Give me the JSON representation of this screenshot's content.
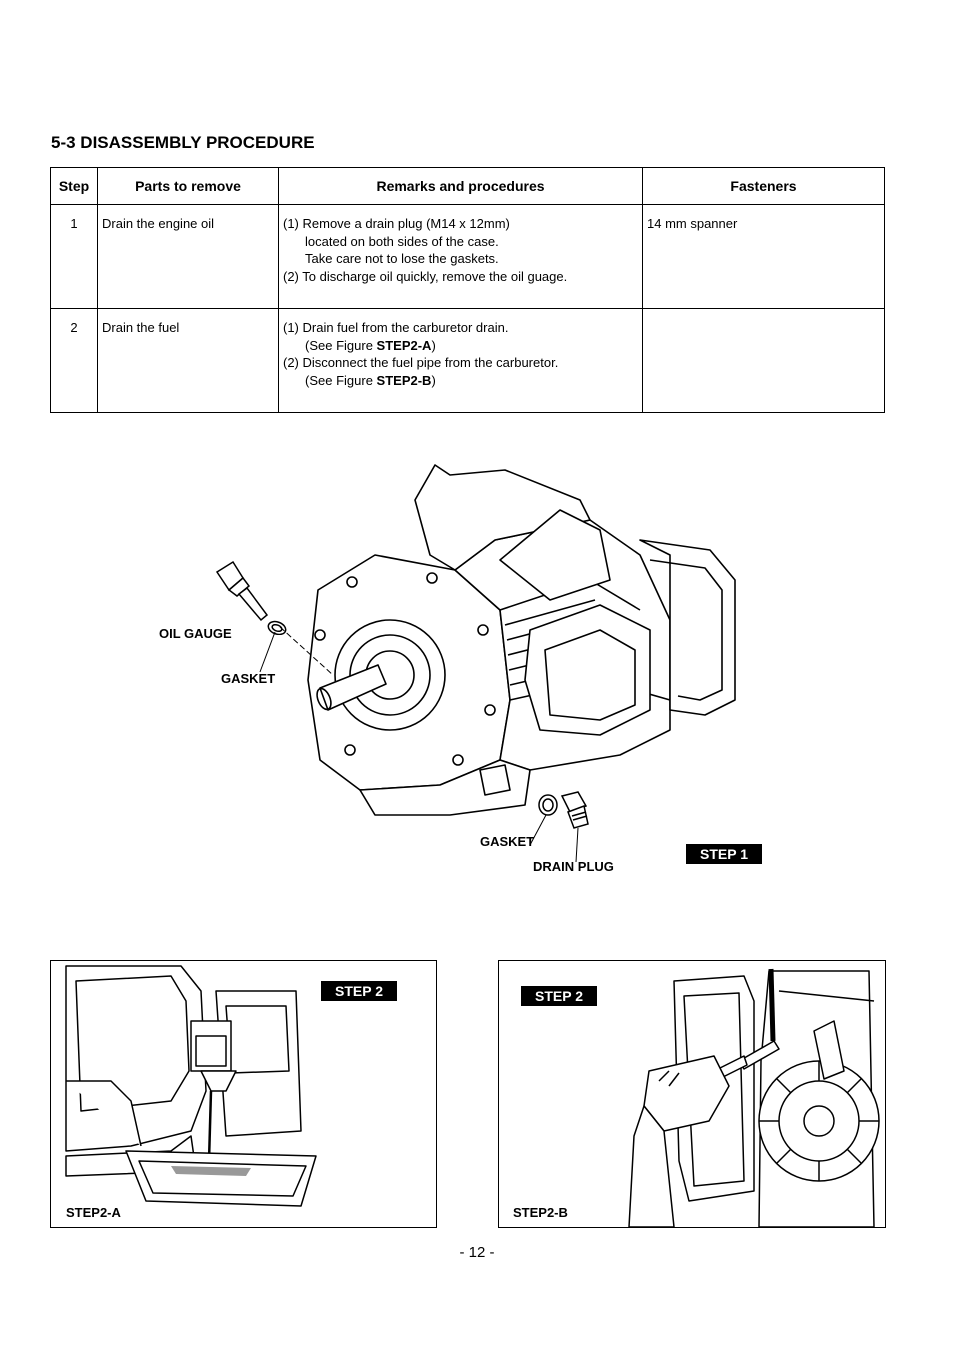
{
  "section_title": "5-3 DISASSEMBLY PROCEDURE",
  "table": {
    "headers": [
      "Step",
      "Parts to remove",
      "Remarks and procedures",
      "Fasteners"
    ],
    "rows": [
      {
        "step": "1",
        "part": "Drain the engine oil",
        "remarks": [
          {
            "text": "(1) Remove a drain plug (M14 x 12mm)",
            "indent": false
          },
          {
            "text": "located on both sides of the case.",
            "indent": true
          },
          {
            "text": "Take care not to lose the gaskets.",
            "indent": true
          },
          {
            "text": "(2) To discharge oil quickly, remove the oil guage.",
            "indent": false
          }
        ],
        "fasteners": "14 mm spanner"
      },
      {
        "step": "2",
        "part": "Drain the fuel",
        "remarks_b": {
          "l1": "(1) Drain fuel from the carburetor drain.",
          "l2_pre": "(See Figure ",
          "l2_bold": "STEP2-A",
          "l2_post": ")",
          "l3": "(2) Disconnect the fuel pipe from the carburetor.",
          "l4_pre": "(See Figure ",
          "l4_bold": "STEP2-B",
          "l4_post": ")"
        },
        "fasteners": ""
      }
    ]
  },
  "figure1": {
    "labels": {
      "oil_gauge": "OIL GAUGE",
      "gasket_top": "GASKET",
      "gasket_bottom": "GASKET",
      "drain_plug": "DRAIN PLUG"
    },
    "step_tag": "STEP 1"
  },
  "figure2a": {
    "step_tag": "STEP 2",
    "caption": "STEP2-A"
  },
  "figure2b": {
    "step_tag": "STEP 2",
    "caption": "STEP2-B"
  },
  "page_number": "- 12 -"
}
